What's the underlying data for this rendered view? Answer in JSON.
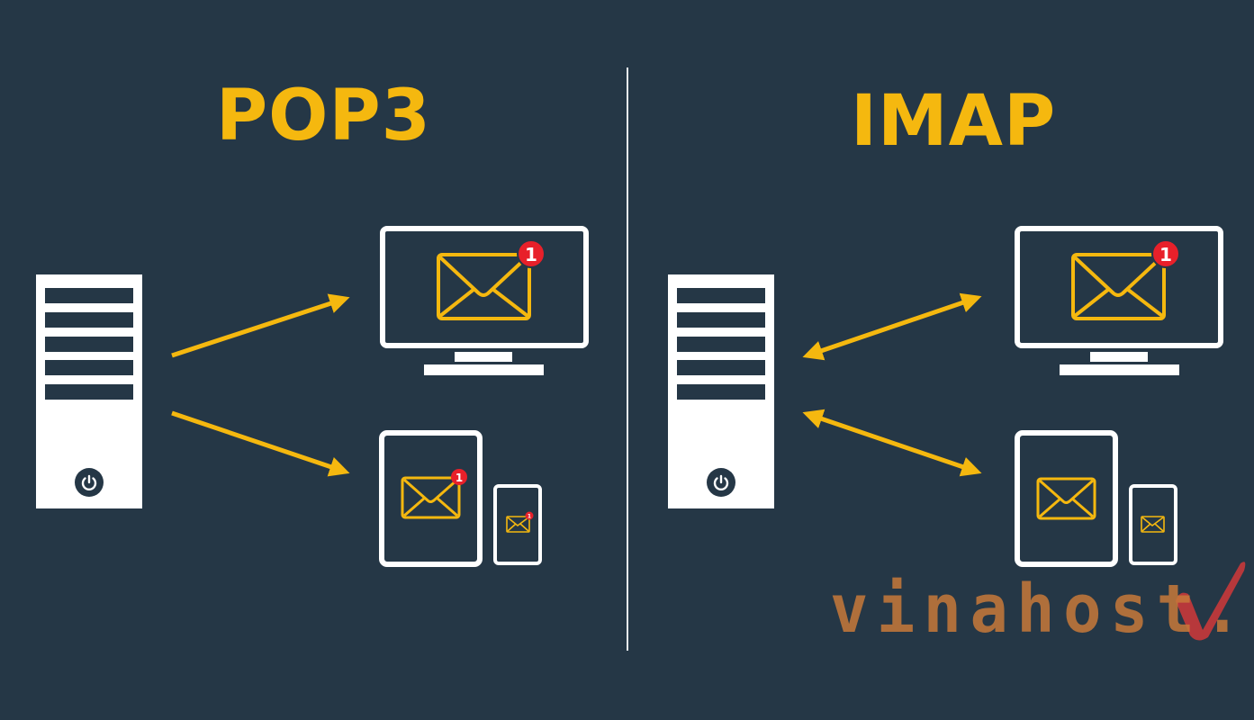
{
  "colors": {
    "background": "#253746",
    "accent": "#f5b80f",
    "device_outline": "#ffffff",
    "badge": "#e8202a",
    "watermark_text": "#c8793a",
    "watermark_check": "#c8383a"
  },
  "left_panel": {
    "title": "POP3",
    "server": {
      "icon": "server-tower-icon",
      "slots": 5,
      "power_icon": "power-icon"
    },
    "arrows": [
      {
        "type": "one-way",
        "from": "server",
        "to": "desktop"
      },
      {
        "type": "one-way",
        "from": "server",
        "to": "tablet-and-phone"
      }
    ],
    "devices": [
      {
        "kind": "desktop",
        "icon": "mail-icon",
        "badge": "1"
      },
      {
        "kind": "tablet",
        "icon": "mail-icon",
        "badge": "1"
      },
      {
        "kind": "phone",
        "icon": "mail-icon",
        "badge": "1"
      }
    ]
  },
  "right_panel": {
    "title": "IMAP",
    "server": {
      "icon": "server-tower-icon",
      "slots": 5,
      "power_icon": "power-icon"
    },
    "arrows": [
      {
        "type": "two-way",
        "from": "server",
        "to": "desktop"
      },
      {
        "type": "two-way",
        "from": "server",
        "to": "tablet-and-phone"
      }
    ],
    "devices": [
      {
        "kind": "desktop",
        "icon": "mail-icon",
        "badge": "1"
      },
      {
        "kind": "tablet",
        "icon": "mail-icon",
        "badge": null
      },
      {
        "kind": "phone",
        "icon": "mail-icon",
        "badge": null
      }
    ]
  },
  "watermark": {
    "text": "vinahost.",
    "mark": "check-mark-icon"
  }
}
